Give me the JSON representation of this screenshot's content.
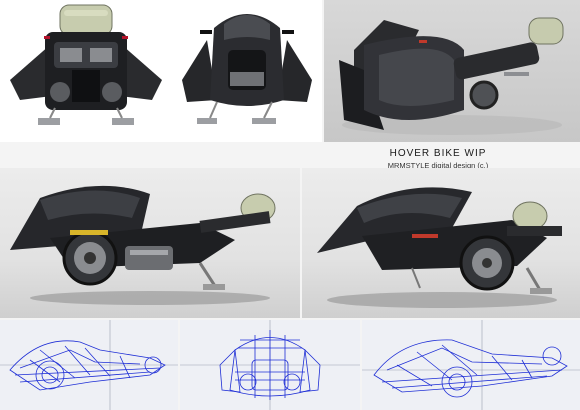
{
  "title": {
    "main": "HOVER BIKE WIP",
    "sub": "MRMSTYLE digital design (c.)"
  },
  "colors": {
    "bike_body": "#2c2d30",
    "bike_dark": "#151618",
    "tank": "#c9cdb0",
    "wireframe": "#1f2fd6",
    "grid_bg": "#eef0f5"
  },
  "views": [
    {
      "name": "rear-view",
      "icon": "hover-bike-rear"
    },
    {
      "name": "front-view",
      "icon": "hover-bike-front"
    },
    {
      "name": "top-perspective-view",
      "icon": "hover-bike-top"
    },
    {
      "name": "side-view",
      "icon": "hover-bike-side"
    },
    {
      "name": "three-quarter-view",
      "icon": "hover-bike-quarter"
    },
    {
      "name": "wireframe-side",
      "icon": "wireframe-side"
    },
    {
      "name": "wireframe-front",
      "icon": "wireframe-front"
    },
    {
      "name": "wireframe-perspective",
      "icon": "wireframe-perspective"
    }
  ]
}
